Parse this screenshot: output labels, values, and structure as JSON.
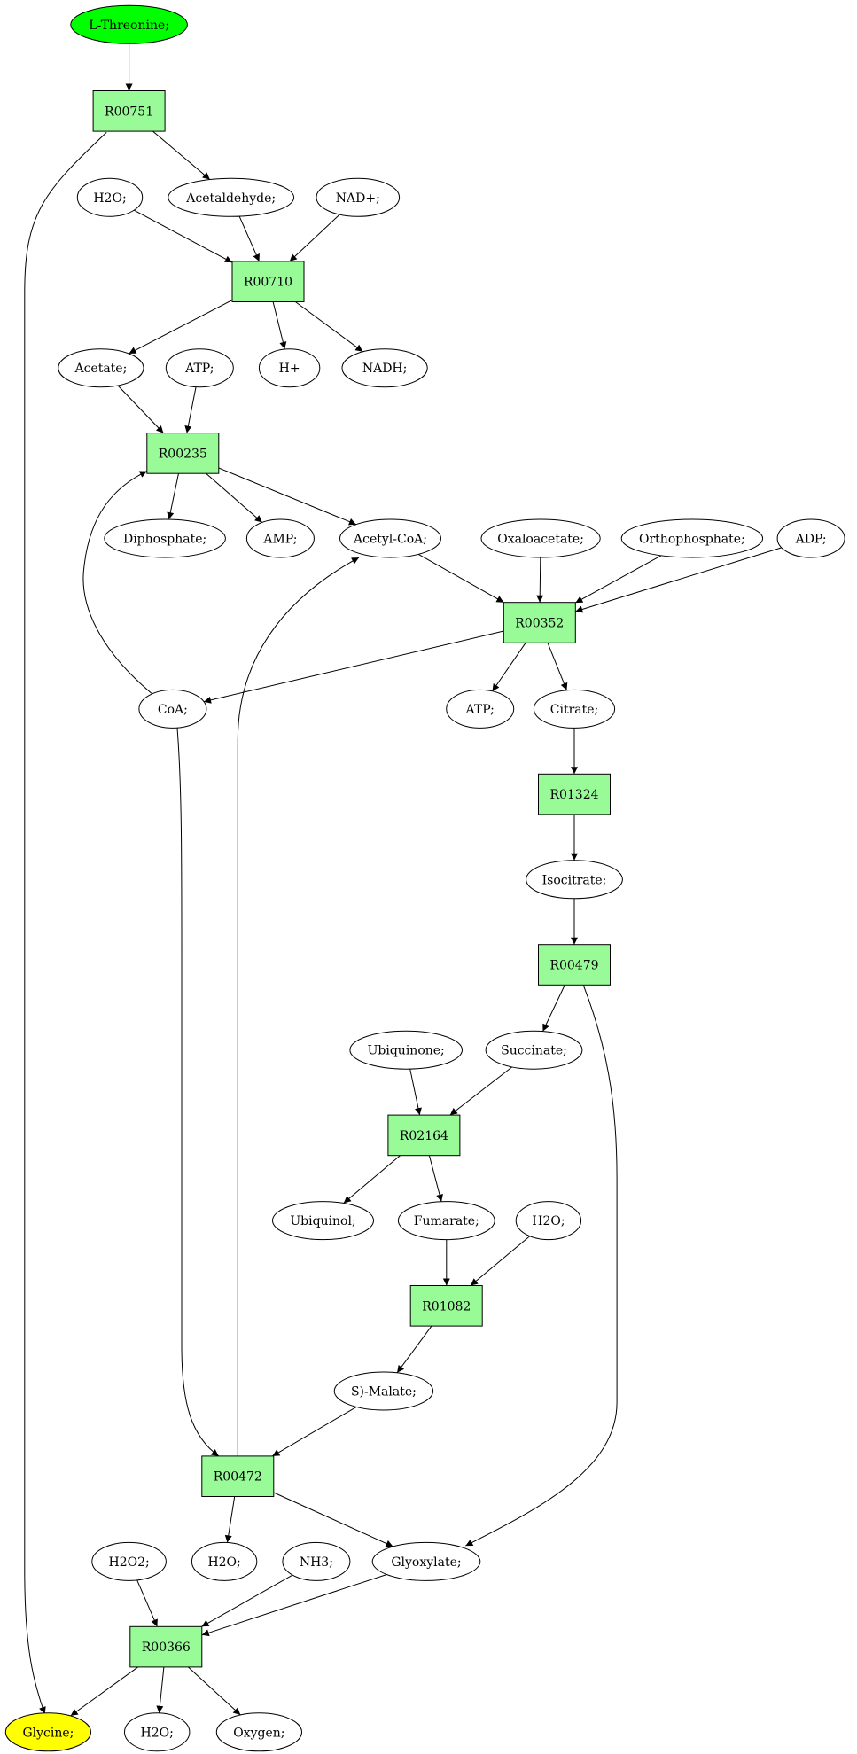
{
  "colors": {
    "reaction": "#98fb98",
    "start": "#00ff00",
    "end": "#ffff00",
    "compound": "#ffffff",
    "stroke": "#000000"
  },
  "nodes": [
    {
      "id": "n_lthreonine",
      "label": "L-Threonine;",
      "kind": "start"
    },
    {
      "id": "R00751",
      "label": "R00751",
      "kind": "reaction"
    },
    {
      "id": "n_h2o_1",
      "label": "H2O;",
      "kind": "compound"
    },
    {
      "id": "n_acetaldehyde",
      "label": "Acetaldehyde;",
      "kind": "compound"
    },
    {
      "id": "n_nad",
      "label": "NAD+;",
      "kind": "compound"
    },
    {
      "id": "R00710",
      "label": "R00710",
      "kind": "reaction"
    },
    {
      "id": "n_acetate",
      "label": "Acetate;",
      "kind": "compound"
    },
    {
      "id": "n_atp_1",
      "label": "ATP;",
      "kind": "compound"
    },
    {
      "id": "n_hplus",
      "label": "H+",
      "kind": "compound"
    },
    {
      "id": "n_nadh",
      "label": "NADH;",
      "kind": "compound"
    },
    {
      "id": "R00235",
      "label": "R00235",
      "kind": "reaction"
    },
    {
      "id": "n_diphosphate",
      "label": "Diphosphate;",
      "kind": "compound"
    },
    {
      "id": "n_amp",
      "label": "AMP;",
      "kind": "compound"
    },
    {
      "id": "n_acetylcoa",
      "label": "Acetyl-CoA;",
      "kind": "compound"
    },
    {
      "id": "n_oxaloacetate",
      "label": "Oxaloacetate;",
      "kind": "compound"
    },
    {
      "id": "n_orthophosphate",
      "label": "Orthophosphate;",
      "kind": "compound"
    },
    {
      "id": "n_adp",
      "label": "ADP;",
      "kind": "compound"
    },
    {
      "id": "R00352",
      "label": "R00352",
      "kind": "reaction"
    },
    {
      "id": "n_coa",
      "label": "CoA;",
      "kind": "compound"
    },
    {
      "id": "n_atp_2",
      "label": "ATP;",
      "kind": "compound"
    },
    {
      "id": "n_citrate",
      "label": "Citrate;",
      "kind": "compound"
    },
    {
      "id": "R01324",
      "label": "R01324",
      "kind": "reaction"
    },
    {
      "id": "n_isocitrate",
      "label": "Isocitrate;",
      "kind": "compound"
    },
    {
      "id": "R00479",
      "label": "R00479",
      "kind": "reaction"
    },
    {
      "id": "n_ubiquinone",
      "label": "Ubiquinone;",
      "kind": "compound"
    },
    {
      "id": "n_succinate",
      "label": "Succinate;",
      "kind": "compound"
    },
    {
      "id": "R02164",
      "label": "R02164",
      "kind": "reaction"
    },
    {
      "id": "n_ubiquinol",
      "label": "Ubiquinol;",
      "kind": "compound"
    },
    {
      "id": "n_fumarate",
      "label": "Fumarate;",
      "kind": "compound"
    },
    {
      "id": "n_h2o_2",
      "label": "H2O;",
      "kind": "compound"
    },
    {
      "id": "R01082",
      "label": "R01082",
      "kind": "reaction"
    },
    {
      "id": "n_smalate",
      "label": "S)-Malate;",
      "kind": "compound"
    },
    {
      "id": "R00472",
      "label": "R00472",
      "kind": "reaction"
    },
    {
      "id": "n_h2o2",
      "label": "H2O2;",
      "kind": "compound"
    },
    {
      "id": "n_h2o_3",
      "label": "H2O;",
      "kind": "compound"
    },
    {
      "id": "n_nh3",
      "label": "NH3;",
      "kind": "compound"
    },
    {
      "id": "n_glyoxylate",
      "label": "Glyoxylate;",
      "kind": "compound"
    },
    {
      "id": "R00366",
      "label": "R00366",
      "kind": "reaction"
    },
    {
      "id": "n_glycine",
      "label": "Glycine;",
      "kind": "end"
    },
    {
      "id": "n_h2o_4",
      "label": "H2O;",
      "kind": "compound"
    },
    {
      "id": "n_oxygen",
      "label": "Oxygen;",
      "kind": "compound"
    }
  ],
  "edges": [
    {
      "from": "n_lthreonine",
      "to": "R00751"
    },
    {
      "from": "R00751",
      "to": "n_acetaldehyde"
    },
    {
      "from": "R00751",
      "to": "n_glycine"
    },
    {
      "from": "n_h2o_1",
      "to": "R00710"
    },
    {
      "from": "n_acetaldehyde",
      "to": "R00710"
    },
    {
      "from": "n_nad",
      "to": "R00710"
    },
    {
      "from": "R00710",
      "to": "n_acetate"
    },
    {
      "from": "R00710",
      "to": "n_hplus"
    },
    {
      "from": "R00710",
      "to": "n_nadh"
    },
    {
      "from": "n_acetate",
      "to": "R00235"
    },
    {
      "from": "n_atp_1",
      "to": "R00235"
    },
    {
      "from": "n_coa",
      "to": "R00235"
    },
    {
      "from": "R00235",
      "to": "n_diphosphate"
    },
    {
      "from": "R00235",
      "to": "n_amp"
    },
    {
      "from": "R00235",
      "to": "n_acetylcoa"
    },
    {
      "from": "n_acetylcoa",
      "to": "R00352"
    },
    {
      "from": "n_oxaloacetate",
      "to": "R00352"
    },
    {
      "from": "n_orthophosphate",
      "to": "R00352"
    },
    {
      "from": "n_adp",
      "to": "R00352"
    },
    {
      "from": "R00352",
      "to": "n_coa"
    },
    {
      "from": "R00352",
      "to": "n_atp_2"
    },
    {
      "from": "R00352",
      "to": "n_citrate"
    },
    {
      "from": "n_citrate",
      "to": "R01324"
    },
    {
      "from": "R01324",
      "to": "n_isocitrate"
    },
    {
      "from": "n_isocitrate",
      "to": "R00479"
    },
    {
      "from": "R00479",
      "to": "n_succinate"
    },
    {
      "from": "R00479",
      "to": "n_glyoxylate"
    },
    {
      "from": "n_ubiquinone",
      "to": "R02164"
    },
    {
      "from": "n_succinate",
      "to": "R02164"
    },
    {
      "from": "R02164",
      "to": "n_ubiquinol"
    },
    {
      "from": "R02164",
      "to": "n_fumarate"
    },
    {
      "from": "n_fumarate",
      "to": "R01082"
    },
    {
      "from": "n_h2o_2",
      "to": "R01082"
    },
    {
      "from": "R01082",
      "to": "n_smalate"
    },
    {
      "from": "n_smalate",
      "to": "R00472"
    },
    {
      "from": "n_coa",
      "to": "R00472"
    },
    {
      "from": "R00472",
      "to": "n_acetylcoa"
    },
    {
      "from": "R00472",
      "to": "n_h2o_3"
    },
    {
      "from": "R00472",
      "to": "n_glyoxylate"
    },
    {
      "from": "n_h2o2",
      "to": "R00366"
    },
    {
      "from": "n_nh3",
      "to": "R00366"
    },
    {
      "from": "n_glyoxylate",
      "to": "R00366"
    },
    {
      "from": "R00366",
      "to": "n_glycine"
    },
    {
      "from": "R00366",
      "to": "n_h2o_4"
    },
    {
      "from": "R00366",
      "to": "n_oxygen"
    }
  ]
}
